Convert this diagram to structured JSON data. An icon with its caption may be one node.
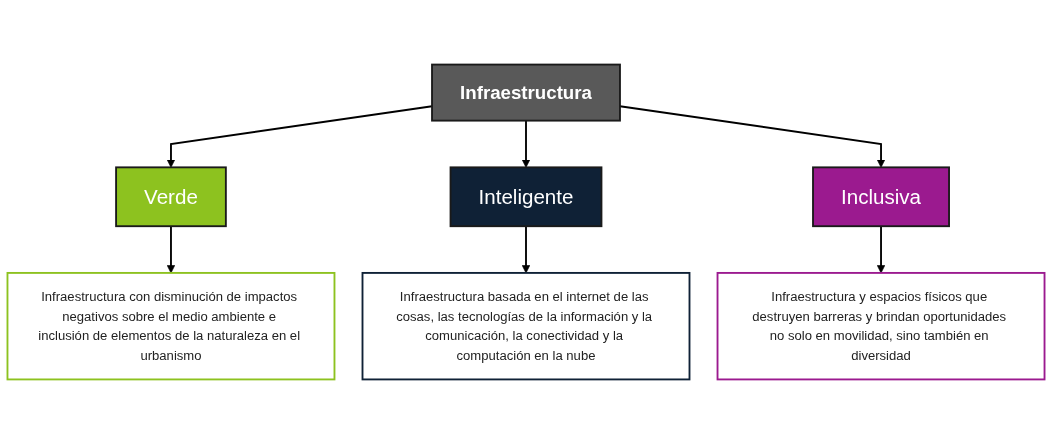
{
  "diagram": {
    "nodes": [
      {
        "text": [
          "Infraestructura"
        ]
      },
      {
        "text": [
          "Verde"
        ]
      },
      {
        "text": [
          "Inteligente"
        ]
      },
      {
        "text": [
          "Inclusiva"
        ]
      },
      {
        "text": [
          "Infraestructura con disminución de impactos negativos sobre el medio ambiente e inclusión de elementos de la naturaleza en el urbanismo"
        ]
      },
      {
        "text": [
          "Infraestructura basada en el internet de las cosas, las tecnologías de la información y la comunicación, la conectividad y la computación en la nube"
        ]
      },
      {
        "text": [
          "Infraestructura y espacios físicos que destruyen barreras y brindan oportunidades no solo en movilidad, sino también en diversidad"
        ]
      }
    ],
    "edges": [
      {
        "from": 0,
        "to": 1,
        "arrow": "to"
      },
      {
        "from": 0,
        "to": 2,
        "arrow": "to"
      },
      {
        "from": 0,
        "to": 3,
        "arrow": "to"
      },
      {
        "from": 1,
        "to": 4,
        "arrow": "to"
      },
      {
        "from": 2,
        "to": 5,
        "arrow": "to"
      },
      {
        "from": 3,
        "to": 6,
        "arrow": "to"
      }
    ]
  }
}
